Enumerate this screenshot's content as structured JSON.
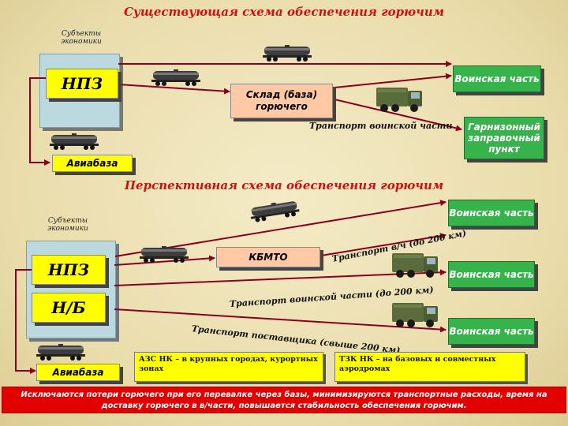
{
  "titles": {
    "existing": "Существующая схема обеспечения горючим",
    "prospective": "Перспективная схема обеспечения горючим"
  },
  "economy_entities": "Субъекты экономики",
  "existing": {
    "npz": "НПЗ",
    "airbase": "Авиабаза",
    "depot": "Склад (база) горючего",
    "unit": "Воинская часть",
    "garrison": "Гарнизонный заправочный пункт",
    "transport_label": "Транспорт воинской части"
  },
  "prospective": {
    "npz": "НПЗ",
    "nb": "Н/Б",
    "airbase": "Авиабаза",
    "kbmto": "КБМТО",
    "unit1": "Воинская часть",
    "unit2": "Воинская часть",
    "unit3": "Воинская часть",
    "transport_unit_200": "Транспорт в/ч (до 200 км)",
    "transport_military_200": "Транспорт воинской части (до 200 км)",
    "transport_supplier_200": "Транспорт поставщика (свыше 200 км)",
    "note_azs": "АЗС НК – в крупных городах, курортных зонах",
    "note_tzk": "ТЗК НК – на базовых и совместных аэродромах"
  },
  "footer": "Исключаются потери горючего при его перевалке через базы, минимизируются транспортные расходы, время на доставку горючего в в/части, повышается стабильность обеспечения горючим.",
  "colors": {
    "title": "#cc1111",
    "npz_box": "#ffff00",
    "destination_box": "#36b34a",
    "depot_box": "#ffc9a6",
    "footer": "#e30000",
    "panel": "#bcd9e0"
  }
}
